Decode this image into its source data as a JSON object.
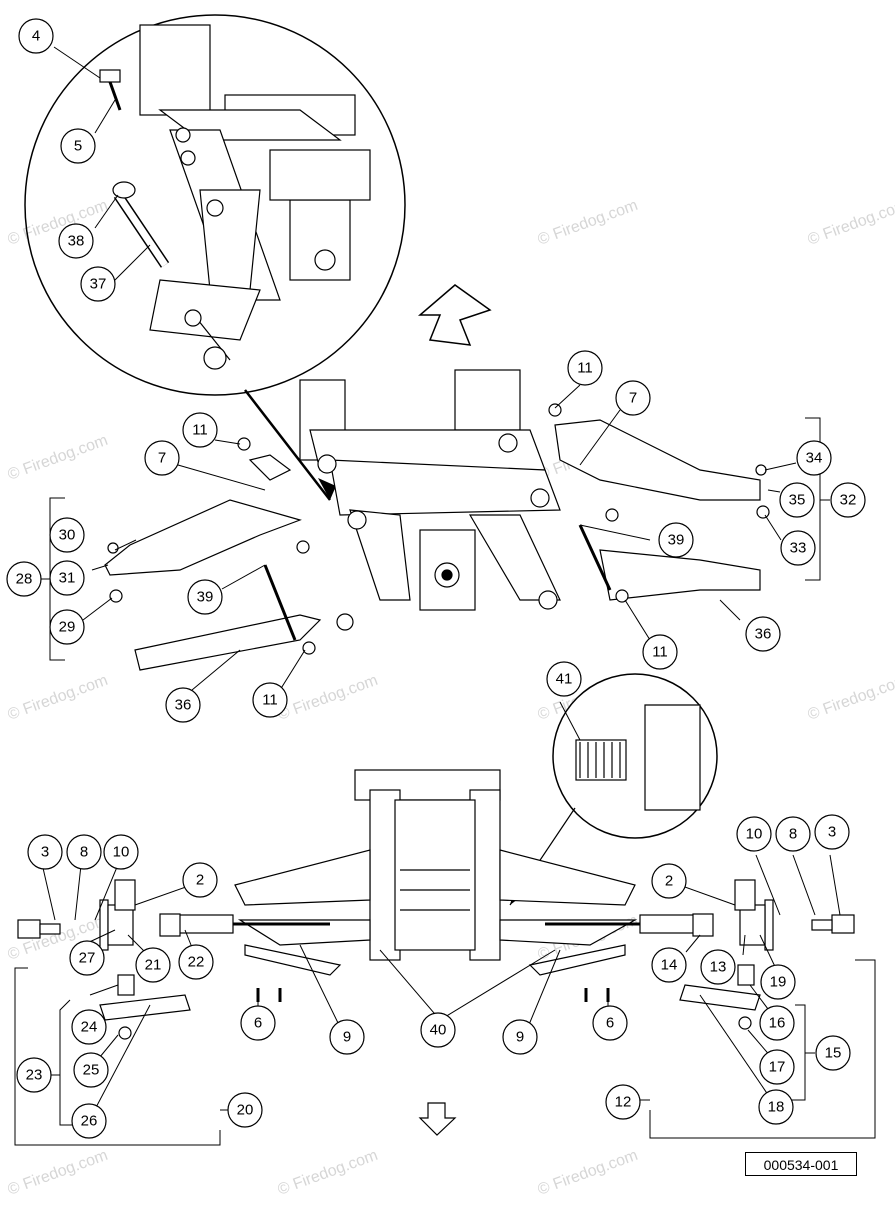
{
  "watermark": "© Firedog.com",
  "reference": "000534-001",
  "callouts": {
    "c4": "4",
    "c5": "5",
    "c38": "38",
    "c37": "37",
    "c11a": "11",
    "c7a": "7",
    "c11b": "11",
    "c7b": "7",
    "c34": "34",
    "c35": "35",
    "c32": "32",
    "c33": "33",
    "c30": "30",
    "c28": "28",
    "c31": "31",
    "c29": "29",
    "c39a": "39",
    "c39b": "39",
    "c36a": "36",
    "c36b": "36",
    "c11c": "11",
    "c11d": "11",
    "c41": "41",
    "c3a": "3",
    "c8a": "8",
    "c10a": "10",
    "c2a": "2",
    "c27": "27",
    "c21": "21",
    "c22": "22",
    "c24": "24",
    "c6a": "6",
    "c9a": "9",
    "c40": "40",
    "c9b": "9",
    "c6b": "6",
    "c25": "25",
    "c23": "23",
    "c26": "26",
    "c20": "20",
    "c10b": "10",
    "c8b": "8",
    "c3b": "3",
    "c2b": "2",
    "c14": "14",
    "c13": "13",
    "c19": "19",
    "c16": "16",
    "c17": "17",
    "c15": "15",
    "c18": "18",
    "c12": "12"
  }
}
